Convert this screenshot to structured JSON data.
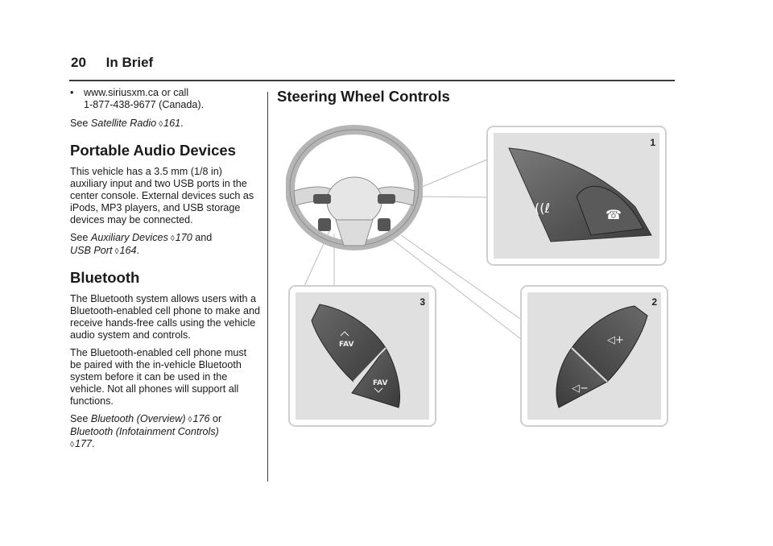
{
  "header": {
    "page_number": "20",
    "section": "In Brief"
  },
  "left": {
    "bullet_text": "www.siriusxm.ca or call\n1-877-438-9677 (Canada).",
    "see_label": "See",
    "satellite_ref": "Satellite Radio",
    "satellite_page": "161",
    "portable_title": "Portable Audio Devices",
    "portable_body": "This vehicle has a 3.5 mm (1/8 in) auxiliary input and two USB ports in the center console. External devices such as iPods, MP3 players, and USB storage devices may be connected.",
    "aux_ref": "Auxiliary Devices",
    "aux_page": "170",
    "and_label": "and",
    "usb_ref": "USB Port",
    "usb_page": "164",
    "bt_title": "Bluetooth",
    "bt_body1": "The Bluetooth system allows users with a Bluetooth-enabled cell phone to make and receive hands-free calls using the vehicle audio system and controls.",
    "bt_body2": "The Bluetooth-enabled cell phone must be paired with the in-vehicle Bluetooth system before it can be used in the vehicle. Not all phones will support all functions.",
    "bt_ov_ref": "Bluetooth (Overview)",
    "bt_ov_page": "176",
    "or_label": "or",
    "bt_info_ref": "Bluetooth (Infotainment Controls)",
    "bt_info_page": "177"
  },
  "right": {
    "title": "Steering Wheel Controls",
    "callouts": [
      "1",
      "2",
      "3"
    ],
    "fav_label": "FAV"
  }
}
